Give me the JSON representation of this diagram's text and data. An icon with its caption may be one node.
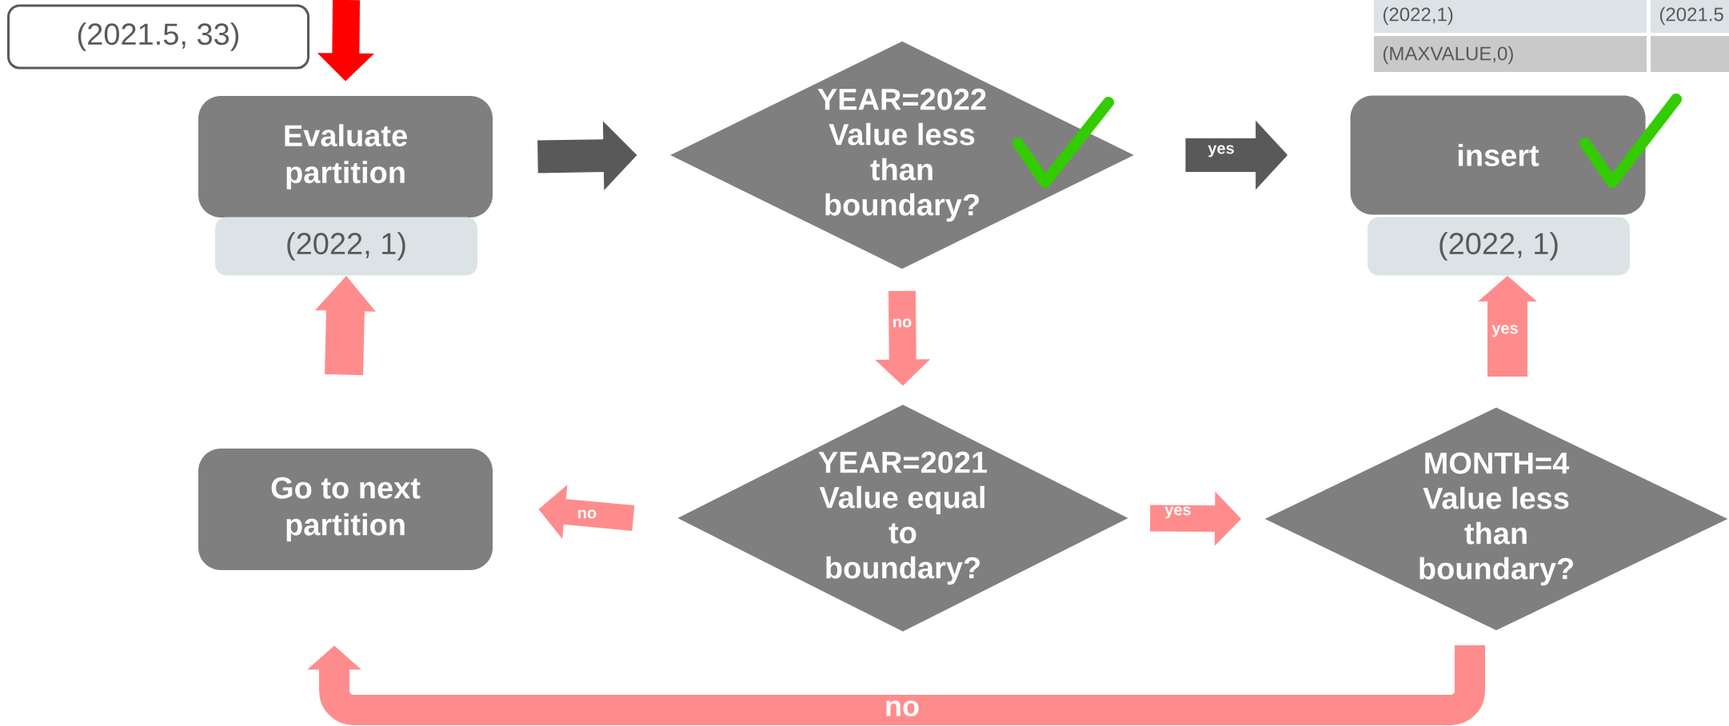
{
  "diagram": {
    "nodes": [
      {
        "text": [
          "(2021.5, 33)"
        ]
      },
      {
        "text": [
          "Evaluate partition"
        ]
      },
      {
        "text": [
          "(2022, 1)"
        ]
      },
      {
        "text": [
          "YEAR=2022 Value less than boundary?"
        ]
      },
      {
        "text": [
          "insert"
        ]
      },
      {
        "text": [
          "(2022, 1)"
        ]
      },
      {
        "text": [
          "Go to next partition"
        ]
      },
      {
        "text": [
          "YEAR=2021 Value equal to boundary?"
        ]
      },
      {
        "text": [
          "MONTH=4 Value less than boundary?"
        ]
      }
    ],
    "edges": [
      {
        "from": null,
        "to": 1,
        "arrow": "to",
        "color": "#ff0000"
      },
      {
        "from": 1,
        "to": 3,
        "arrow": "to",
        "color": "#595959"
      },
      {
        "from": 3,
        "to": 4,
        "arrow": "to",
        "label": "yes",
        "color": "#595959"
      },
      {
        "from": 3,
        "to": 7,
        "arrow": "to",
        "label": "no"
      },
      {
        "from": 7,
        "to": 6,
        "arrow": "to",
        "label": "no"
      },
      {
        "from": 7,
        "to": 8,
        "arrow": "to",
        "label": "yes"
      },
      {
        "from": 8,
        "to": 5,
        "arrow": "to",
        "label": "yes"
      },
      {
        "from": 8,
        "to": 6,
        "arrow": "to",
        "label": "no"
      },
      {
        "from": 6,
        "to": 2,
        "arrow": "to"
      }
    ],
    "labels": [
      "(2022,1)",
      "(2021.5",
      "(MAXVALUE,0)"
    ]
  }
}
